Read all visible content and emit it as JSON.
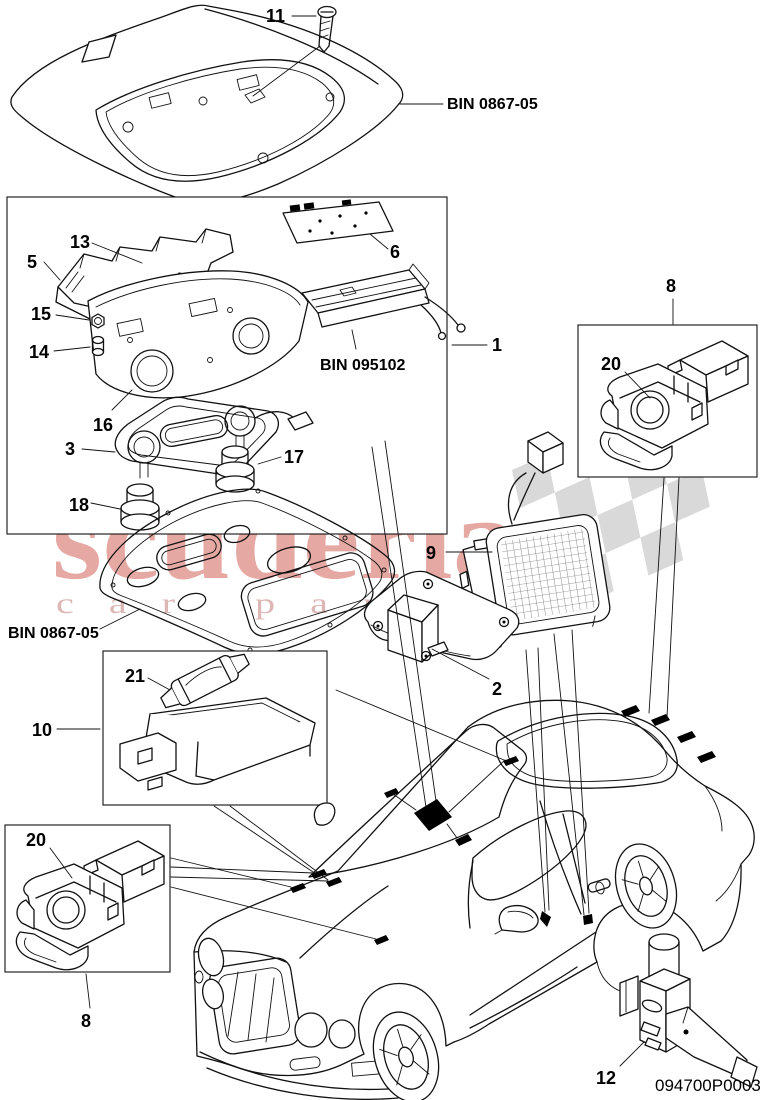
{
  "watermark": {
    "brand_text": "scuderia",
    "tagline_text": "car parts",
    "brand_color": "#c23325",
    "tagline_color": "#c37d79",
    "flag_color": "#d9d9d9"
  },
  "drawing_code": "094700P0003",
  "labels": {
    "bin_top": "BIN 0867-05",
    "bin_module": "BIN 095102",
    "bin_panel": "BIN 0867-05",
    "c_screw": "11",
    "c_bracket_inner": "13",
    "c_bracket": "5",
    "c_nut": "15",
    "c_bulb": "14",
    "c_board": "6",
    "c_assembly": "1",
    "c_housing": "16",
    "c_lens_plate": "3",
    "c_lamp_a": "17",
    "c_lamp_b": "18",
    "c_unit_right": "8",
    "c_unit_right_bulb": "20",
    "c_grille_lamp": "9",
    "c_mount_plate": "2",
    "c_festoon": "21",
    "c_boot_light": "10",
    "c_unit_left_bulb": "20",
    "c_unit_left": "8",
    "c_switch": "12"
  }
}
